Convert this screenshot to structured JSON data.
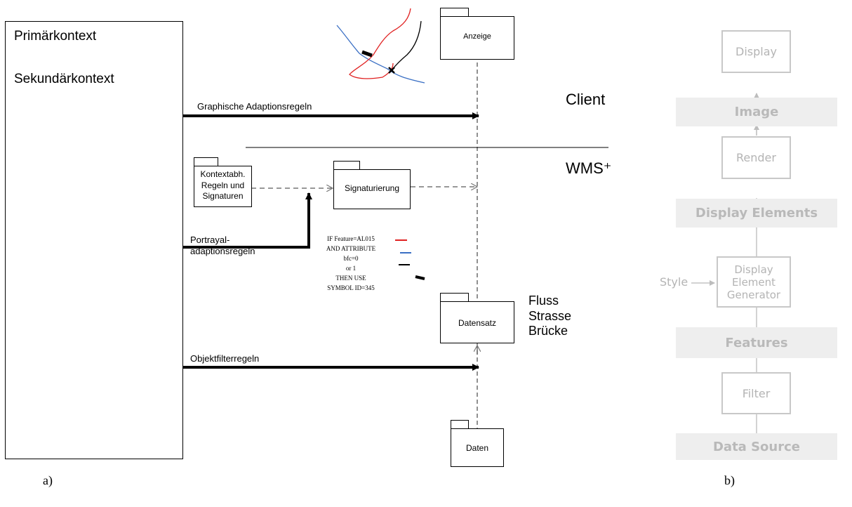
{
  "panel_a": {
    "context_box": {
      "primary": "Primärkontext",
      "secondary": "Sekundärkontext"
    },
    "arrows": {
      "graphic_rules": "Graphische Adaptionsregeln",
      "portrayal_rules": "Portrayal-\nadaptionsregeln",
      "object_filter_rules": "Objektfilterregeln"
    },
    "packages": {
      "display": "Anzeige",
      "context_rules": "Kontextabh.\nRegeln und\nSignaturen",
      "symbolization": "Signaturierung",
      "dataset": "Datensatz",
      "data": "Daten"
    },
    "tiers": {
      "client": "Client",
      "server": "WMS⁺"
    },
    "dataset_features": "Fluss\nStrasse\nBrücke",
    "rule_text": "IF Feature=AL015\nAND ATTRIBUTE\nbfc=0\nor 1\nTHEN USE\nSYMBOL ID=345",
    "legend_colors": [
      "#e02020",
      "#3a6fc4",
      "#000000"
    ],
    "label": "a)"
  },
  "panel_b": {
    "steps": {
      "display": "Display",
      "image": "Image",
      "render": "Render",
      "display_elements": "Display Elements",
      "generator": "Display\nElement\nGenerator",
      "style": "Style",
      "features": "Features",
      "filter": "Filter",
      "data_source": "Data Source"
    },
    "label": "b)"
  }
}
